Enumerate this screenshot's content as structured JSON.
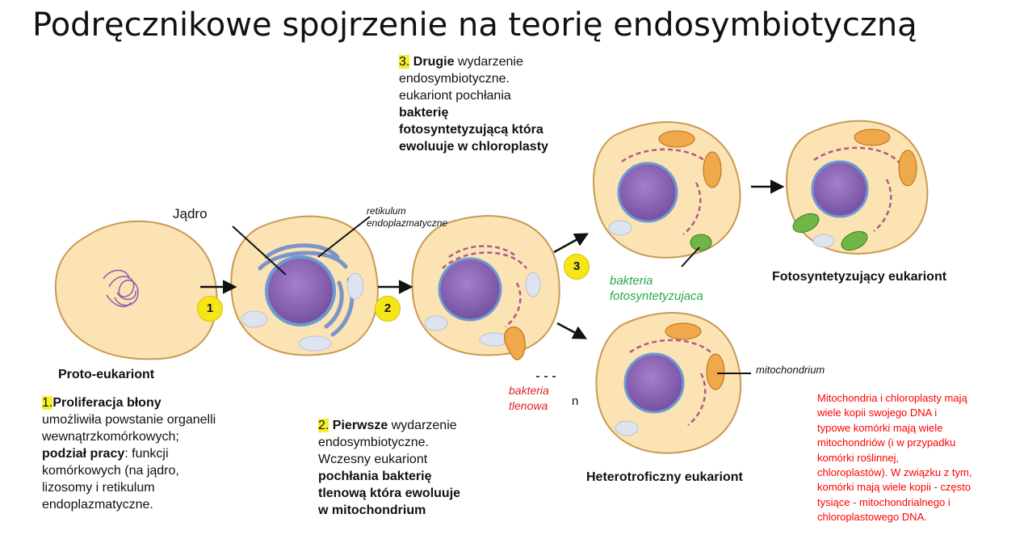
{
  "title": "Podręcznikowe spojrzenie na teorię endosymbiotyczną",
  "labels": {
    "jadro": "Jądro",
    "retikulum": [
      "retikulum",
      "endoplazmatyczne"
    ],
    "mitochondrium": "mitochondrium",
    "bakteria_fotosyntetyzujaca": [
      "bakteria",
      "fotosyntetyzujaca"
    ],
    "bakteria_tlenowa": [
      "bakteria",
      "tlenowa"
    ],
    "stray_n": "n",
    "proto_eukariont": "Proto-eukariont",
    "fotosyntetyzujacy_eukariont": "Fotosyntetyzujący eukariont",
    "heterotroficzny_eukariont": "Heterotroficzny eukariont"
  },
  "steps": {
    "markers": [
      "1",
      "2",
      "3"
    ],
    "step1": {
      "num": "1.",
      "head": "Proliferacja błony",
      "lines": [
        "umożliwiła powstanie organelli",
        "wewnątrzkomórkowych;"
      ],
      "bold_part": "podział pracy",
      "rest": ": funkcji",
      "lines2": [
        "komórkowych (na jądro,",
        "lizosomy i retikulum",
        "endoplazmatyczne."
      ]
    },
    "step2": {
      "num": "2.",
      "head": "Pierwsze",
      "head_rest": " wydarzenie",
      "lines": [
        "endosymbiotyczne.",
        "Wczesny eukariont"
      ],
      "bold_lines": [
        "pochłania bakterię",
        "tlenową która ewoluuje",
        "w mitochondrium"
      ]
    },
    "step3": {
      "num": "3.",
      "head": "Drugie",
      "head_rest": " wydarzenie",
      "lines": [
        "endosymbiotyczne.",
        "eukariont pochłania"
      ],
      "bold_lines": [
        "bakterię",
        "fotosyntetyzującą która",
        "ewoluuje w chloroplasty"
      ]
    }
  },
  "note_lines": [
    "Mitochondria i chloroplasty mają",
    "wiele kopii swojego DNA i",
    "typowe komórki mają wiele",
    "mitochondriów (i w przypadku",
    "komórki roślinnej,",
    "chloroplastów). W związku z tym,",
    "komórki mają wiele kopii - często",
    "tysiące - mitochondrialnego i",
    "chloroplastowego DNA."
  ],
  "colors": {
    "cell_fill": "#fbe3b3",
    "cell_stroke": "#c99a52",
    "nucleus": "#8e64b6",
    "er": "#7b94c9",
    "mito": "#f0a94a",
    "chloro": "#6fb547",
    "highlight": "#f5ef30",
    "note_red": "#ff0000"
  }
}
